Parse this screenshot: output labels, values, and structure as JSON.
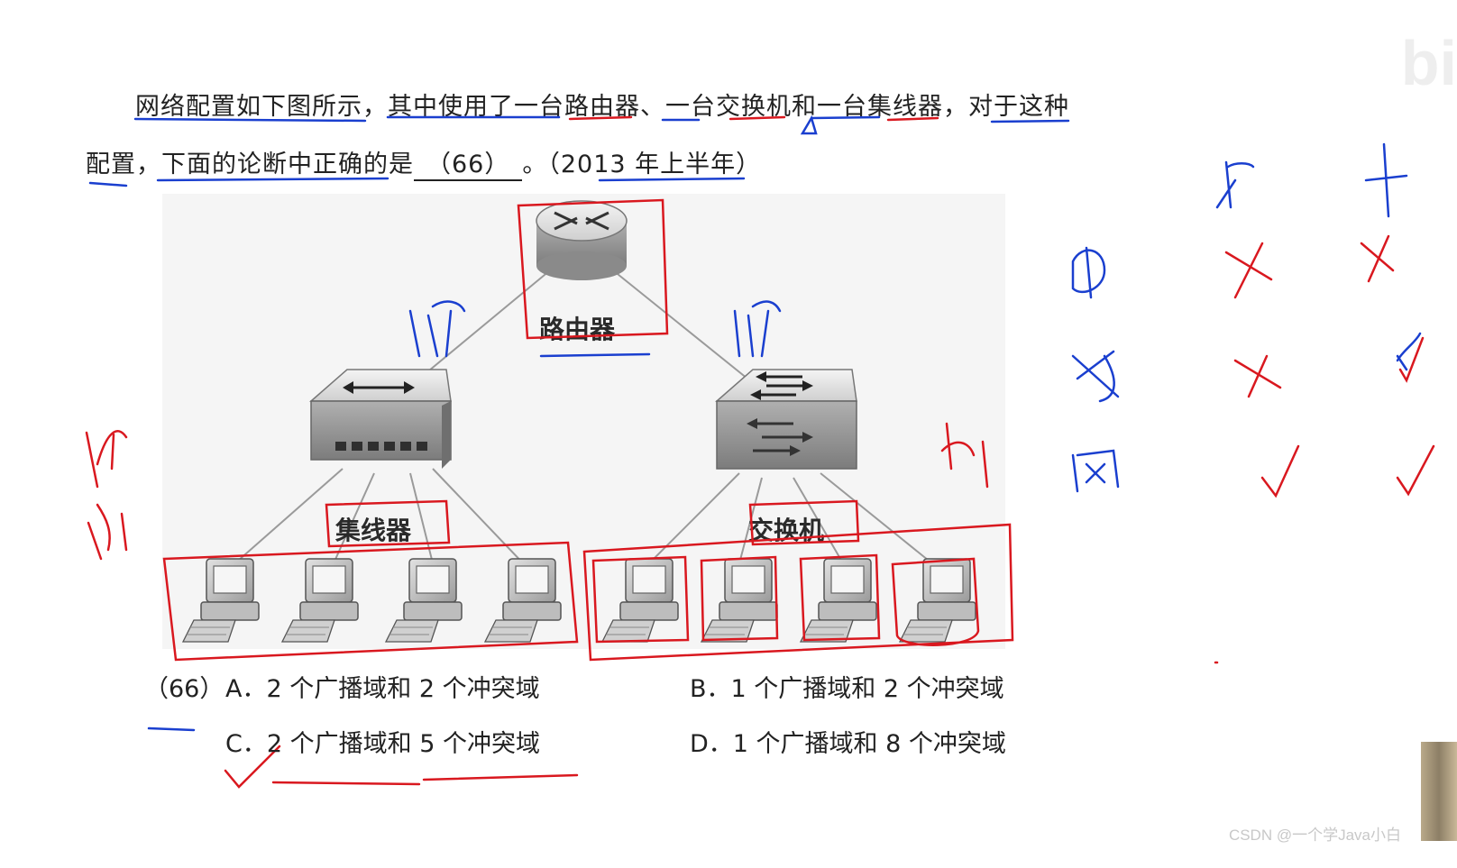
{
  "question": {
    "line1": "网络配置如下图所示，其中使用了一台路由器、一台交换机和一台集线器，对于这种",
    "line2_prefix": "配置，下面的论断中正确的是",
    "blank": "（66）",
    "line2_suffix": "。（2013 年上半年）"
  },
  "diagram": {
    "router_label": "路由器",
    "hub_label": "集线器",
    "switch_label": "交换机"
  },
  "options": {
    "number": "（66）",
    "A": "A．2 个广播域和 2 个冲突域",
    "B": "B．1 个广播域和 2 个冲突域",
    "C": "C．2 个广播域和 5 个冲突域",
    "D": "D．1 个广播域和 8 个冲突域"
  },
  "watermark": "CSDN @一个学Java小白",
  "colors": {
    "annotation_blue": "#1a3fcf",
    "annotation_red": "#d9181f",
    "device_gray": "#9a9a9a"
  }
}
